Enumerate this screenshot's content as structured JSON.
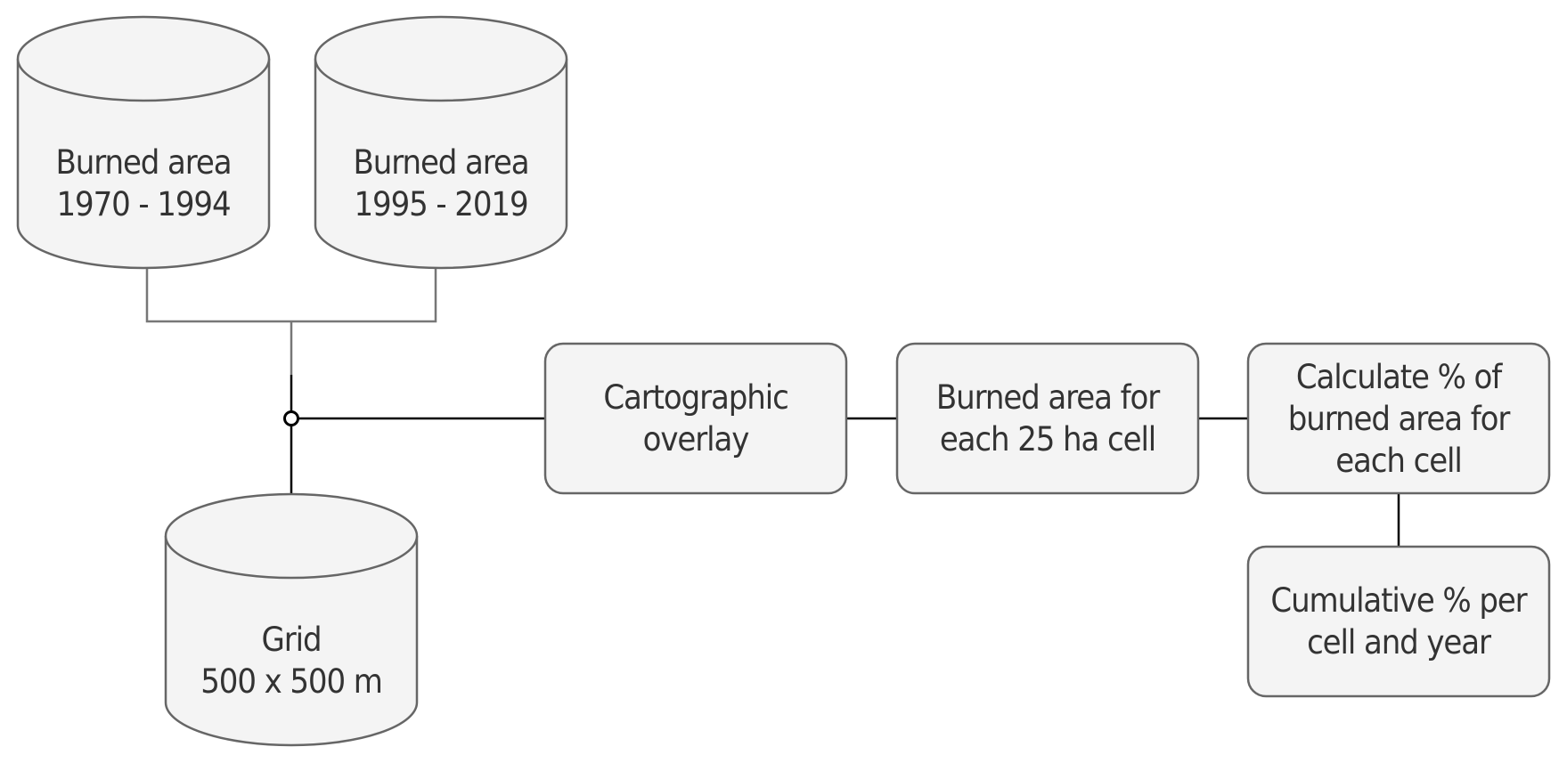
{
  "diagram": {
    "colors": {
      "shape_fill": "#f4f4f4",
      "shape_stroke": "#666666",
      "connector_gray": "#777777",
      "connector_black": "#000000",
      "text": "#333333"
    },
    "datastores": [
      {
        "id": "burned-1970",
        "lines": [
          "Burned area",
          "1970 - 1994"
        ]
      },
      {
        "id": "burned-1995",
        "lines": [
          "Burned area",
          "1995 - 2019"
        ]
      },
      {
        "id": "grid",
        "lines": [
          "Grid",
          "500 x 500 m"
        ]
      }
    ],
    "processes": [
      {
        "id": "overlay",
        "lines": [
          "Cartographic",
          "overlay"
        ]
      },
      {
        "id": "burned-cell",
        "lines": [
          "Burned area for",
          "each 25 ha cell"
        ]
      },
      {
        "id": "calc-percent",
        "lines": [
          "Calculate % of",
          "burned area for",
          "each cell"
        ]
      },
      {
        "id": "cumulative",
        "lines": [
          "Cumulative % per",
          "cell and year"
        ]
      }
    ],
    "edges": [
      {
        "from": "burned-1970",
        "to": "junction"
      },
      {
        "from": "burned-1995",
        "to": "junction"
      },
      {
        "from": "grid",
        "to": "junction"
      },
      {
        "from": "junction",
        "to": "overlay"
      },
      {
        "from": "overlay",
        "to": "burned-cell"
      },
      {
        "from": "burned-cell",
        "to": "calc-percent"
      },
      {
        "from": "calc-percent",
        "to": "cumulative"
      }
    ]
  }
}
